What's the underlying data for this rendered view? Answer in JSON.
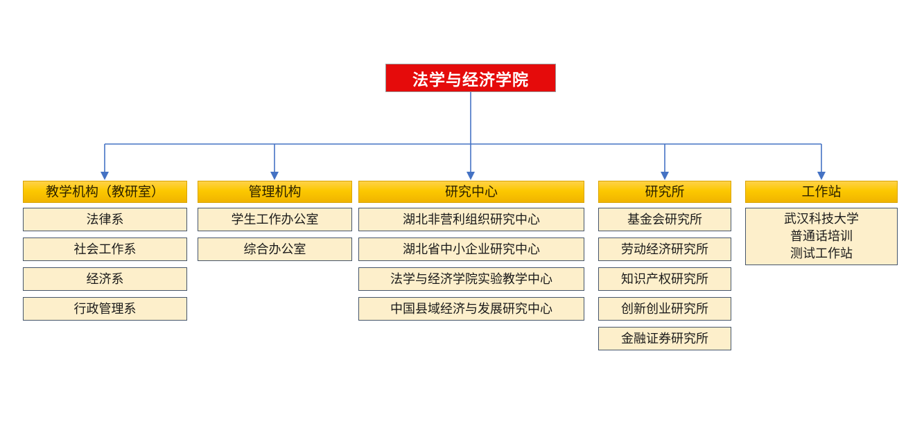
{
  "diagram": {
    "title": "法学与经济学院",
    "colors": {
      "root_fill": "#e50b0b",
      "root_text": "#ffffff",
      "header_fill_top": "#ffd24a",
      "header_fill_bottom": "#f0b400",
      "header_text": "#2b2000",
      "item_fill": "#fdefcb",
      "item_border": "#44546a",
      "connector": "#4472c4",
      "background": "#ffffff"
    },
    "connector_style": {
      "line_color": "#4472c4",
      "arrow": "filled-triangle-down"
    },
    "columns": [
      {
        "header": "教学机构（教研室）",
        "items": [
          "法律系",
          "社会工作系",
          "经济系",
          "行政管理系"
        ]
      },
      {
        "header": "管理机构",
        "items": [
          "学生工作办公室",
          "综合办公室"
        ]
      },
      {
        "header": "研究中心",
        "items": [
          "湖北非营利组织研究中心",
          "湖北省中小企业研究中心",
          "法学与经济学院实验教学中心",
          "中国县域经济与发展研究中心"
        ]
      },
      {
        "header": "研究所",
        "items": [
          "基金会研究所",
          "劳动经济研究所",
          "知识产权研究所",
          "创新创业研究所",
          "金融证券研究所"
        ]
      },
      {
        "header": "工作站",
        "items": [
          "武汉科技大学\n普通话培训\n测试工作站"
        ]
      }
    ]
  }
}
